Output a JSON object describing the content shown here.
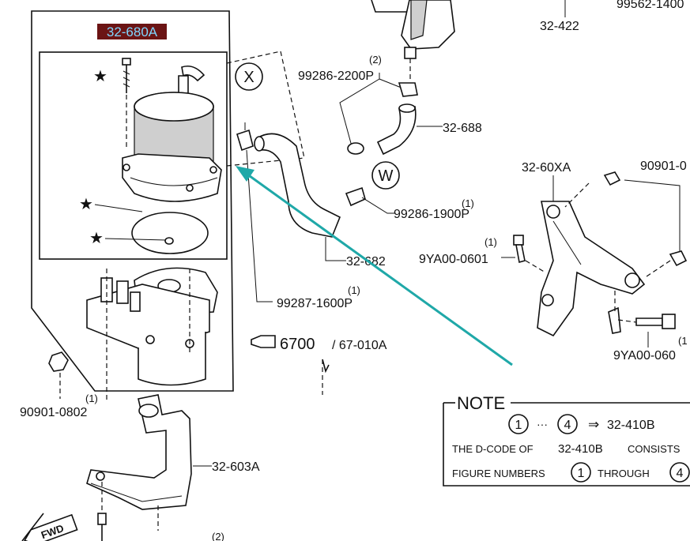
{
  "header_code": "32-680A",
  "callouts": {
    "x": "X",
    "w": "W"
  },
  "labels": {
    "p32_422": "32-422",
    "p99562": "99562-1400",
    "p99286_2200_qty": "(2)",
    "p99286_2200": "99286-2200P",
    "p32_688": "32-688",
    "p32_60xa": "32-60XA",
    "p90901_top": "90901-0",
    "p99286_1900_qty": "(1)",
    "p99286_1900": "99286-1900P",
    "p9ya00_0601_qty": "(1)",
    "p9ya00_0601": "9YA00-0601",
    "p32_682": "32-682",
    "p99287_qty": "(1)",
    "p99287": "99287-1600P",
    "p6700": "6700",
    "p67_010a": "/ 67-010A",
    "p9ya00_060_qty": "(1",
    "p9ya00_060": "9YA00-060",
    "p90901_0802_qty": "(1)",
    "p90901_0802": "90901-0802",
    "p32_603a": "32-603A",
    "fwd": "FWD",
    "bottom_qty": "(2)"
  },
  "note": {
    "title": "NOTE",
    "circle_1": "1",
    "dots": "···",
    "circle_4": "4",
    "arrow": "⇒",
    "target": "32-410B",
    "line2_a": "THE D-CODE OF",
    "line2_b": "32-410B",
    "line2_c": "CONSISTS",
    "line3_a": "FIGURE NUMBERS",
    "line3_b": "1",
    "line3_c": "THROUGH",
    "line3_d": "4"
  },
  "colors": {
    "highlight_bg": "#6b1414",
    "highlight_text": "#7fd6ff",
    "pointer_arrow": "#1fa8a8"
  }
}
